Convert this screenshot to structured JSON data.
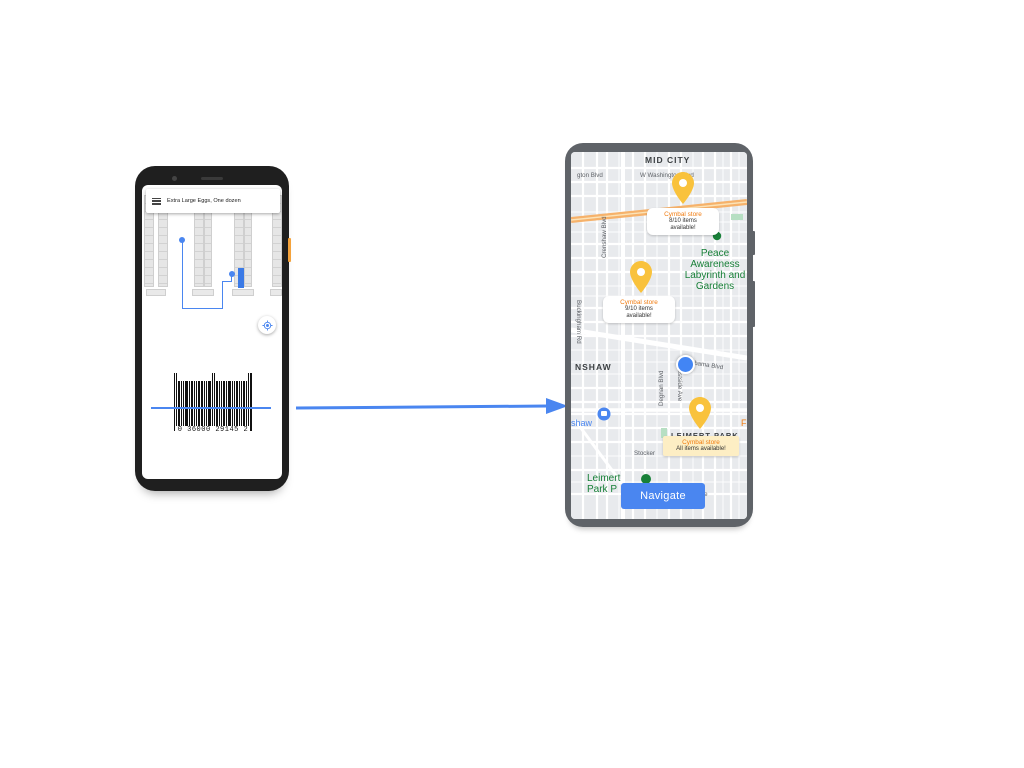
{
  "scanner_phone": {
    "search_text": "Extra Large Eggs, One dozen",
    "barcode_digits": "0   36000   29145   2",
    "icons": [
      "menu-icon",
      "my-location-icon"
    ]
  },
  "map_phone": {
    "neighborhoods": {
      "mid_city": "MID CITY",
      "crenshaw_partial": "NSHAW",
      "leimert_park_area": "LEIMERT PARK"
    },
    "streets": {
      "washington": "W Washington Blvd",
      "washington_short": "gton Blvd",
      "crenshaw": "Crenshaw Blvd",
      "buckingham": "Buckingham Rd",
      "obama": "Obama Blvd",
      "degnan": "Degnan Blvd",
      "westside": "Westside Ave",
      "stocker": "Stocker",
      "ave": "Ave"
    },
    "places": {
      "peace_garden": "Peace Awareness Labyrinth and Gardens",
      "leimert_park": "Leimert Park P",
      "crenshaw_mall": "shaw",
      "edge_letter": "F"
    },
    "stores": [
      {
        "name": "Cymbal store",
        "availability": "8/10 items available!"
      },
      {
        "name": "Cymbal store",
        "availability": "9/10 items available!"
      },
      {
        "name": "Cymbal store",
        "availability": "All items available!"
      }
    ],
    "navigate_label": "Navigate"
  },
  "colors": {
    "accent_blue": "#4a86f0",
    "store_orange": "#f07b10",
    "pin_yellow": "#f9c23c",
    "park_green": "#188038",
    "freeway_orange": "#f6b26b"
  }
}
